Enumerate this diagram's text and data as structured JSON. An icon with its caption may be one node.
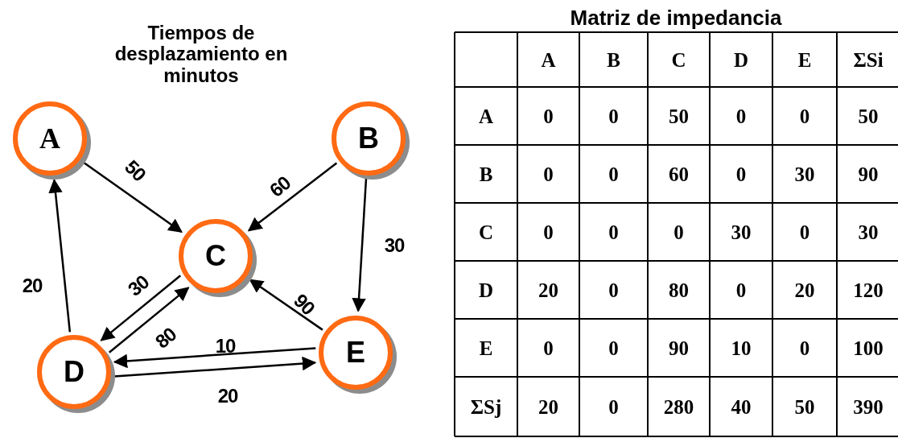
{
  "diagram": {
    "title": "Tiempos de desplazamiento en minutos",
    "nodes": [
      {
        "text": [
          "A"
        ]
      },
      {
        "text": [
          "B"
        ]
      },
      {
        "text": [
          "C"
        ]
      },
      {
        "text": [
          "D"
        ]
      },
      {
        "text": [
          "E"
        ]
      }
    ],
    "edges": [
      {
        "from": 0,
        "to": 2,
        "arrow": "to",
        "label": "50"
      },
      {
        "from": 1,
        "to": 2,
        "arrow": "to",
        "label": "60"
      },
      {
        "from": 1,
        "to": 4,
        "arrow": "to",
        "label": "30"
      },
      {
        "from": 3,
        "to": 0,
        "arrow": "to",
        "label": "20"
      },
      {
        "from": 2,
        "to": 3,
        "arrow": "to",
        "label": "30"
      },
      {
        "from": 3,
        "to": 2,
        "arrow": "to",
        "label": "80"
      },
      {
        "from": 4,
        "to": 2,
        "arrow": "to",
        "label": "90"
      },
      {
        "from": 4,
        "to": 3,
        "arrow": "to",
        "label": "10"
      },
      {
        "from": 3,
        "to": 4,
        "arrow": "to",
        "label": "20"
      }
    ],
    "labels": [
      "Matriz de impedancia",
      "A",
      "B",
      "C",
      "D",
      "E",
      "ΣSi",
      "A",
      "0",
      "0",
      "50",
      "0",
      "0",
      "50",
      "B",
      "0",
      "0",
      "60",
      "0",
      "30",
      "90",
      "C",
      "0",
      "0",
      "0",
      "30",
      "0",
      "30",
      "D",
      "20",
      "0",
      "80",
      "0",
      "20",
      "120",
      "E",
      "0",
      "0",
      "90",
      "10",
      "0",
      "100",
      "ΣSj",
      "20",
      "0",
      "280",
      "40",
      "50",
      "390"
    ]
  }
}
